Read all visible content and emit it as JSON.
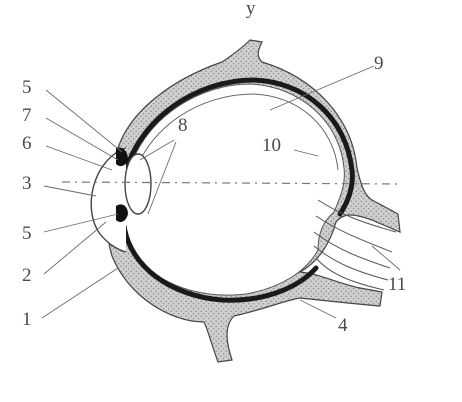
{
  "top_fragment": "y",
  "labels": {
    "l5a": "5",
    "l7": "7",
    "l6": "6",
    "l3": "3",
    "l5b": "5",
    "l2": "2",
    "l1": "1",
    "l8": "8",
    "l9": "9",
    "l10": "10",
    "l11": "11",
    "l4": "4"
  },
  "colors": {
    "sclera_fill": "#bdbdbd",
    "choroid": "#1a1a1a",
    "outline": "#444444",
    "axis": "#7a7a7a"
  }
}
